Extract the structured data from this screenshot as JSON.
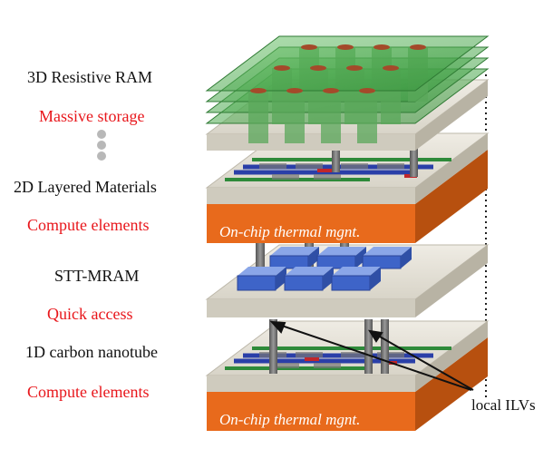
{
  "labels": {
    "rram_title": "3D Resistive RAM",
    "rram_caption": "Massive storage",
    "layered_title": "2D Layered Materials",
    "layered_caption": "Compute elements",
    "mram_title": "STT-MRAM",
    "mram_caption": "Quick access",
    "cnt_title": "1D carbon nanotube",
    "cnt_caption": "Compute elements"
  },
  "thermal_label": "On-chip thermal mgnt.",
  "ilv_label": "local ILVs",
  "colors": {
    "caption_red": "#e8161b",
    "substrate_top": "#e3e0d6",
    "thermal_orange": "#e86a1c",
    "rram_green": "#4fb04a",
    "mram_blue": "#3e64c8",
    "wire_green": "#2e8a3a",
    "wire_blue": "#2a3fa8"
  }
}
